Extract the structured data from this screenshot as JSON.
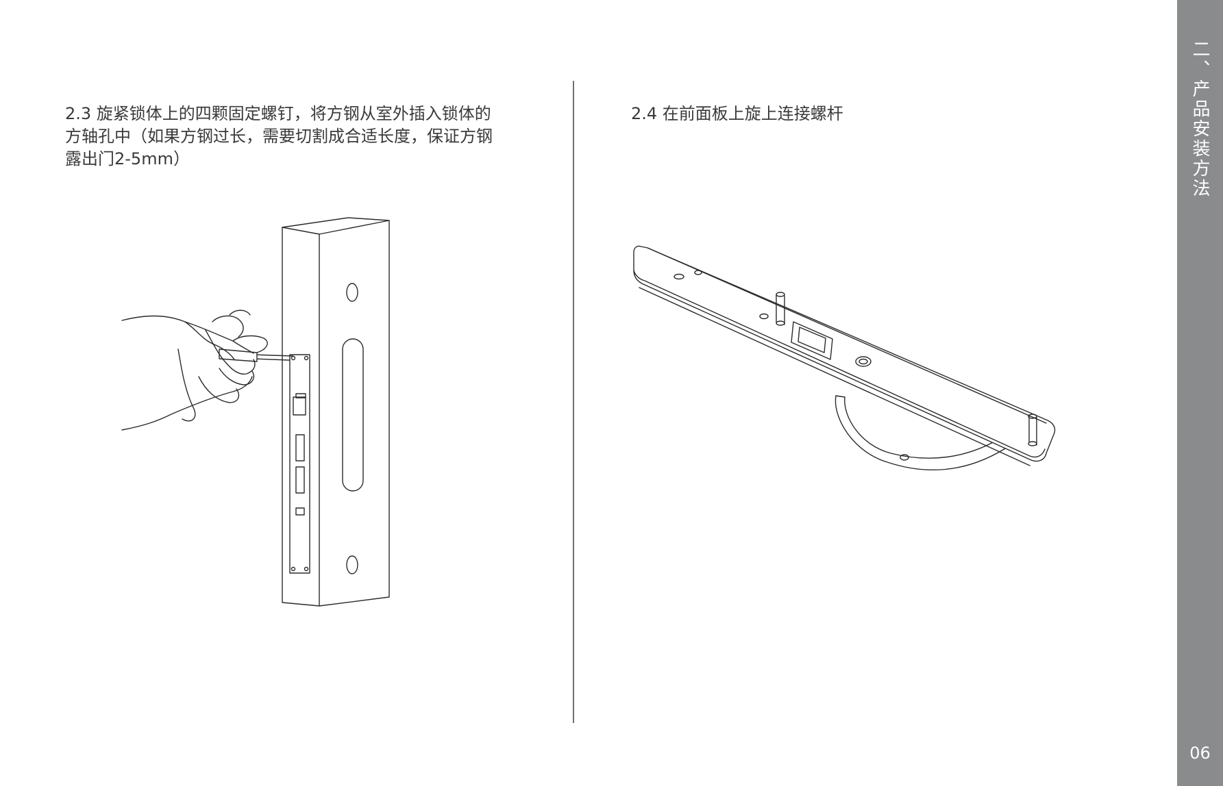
{
  "steps": {
    "left": "2.3 旋紧锁体上的四颗固定螺钉，将方钢从室外插入锁体的\n方轴孔中（如果方钢过长，需要切割成合适长度，保证方钢\n露出门2-5mm）",
    "right": "2.4 在前面板上旋上连接螺杆"
  },
  "sidebar": {
    "section_title": "二、产品安装方法",
    "page_number": "06"
  },
  "colors": {
    "sidebar_bg": "#8a8b8d",
    "text": "#3a3a3a",
    "line_art": "#2a2a2a"
  }
}
